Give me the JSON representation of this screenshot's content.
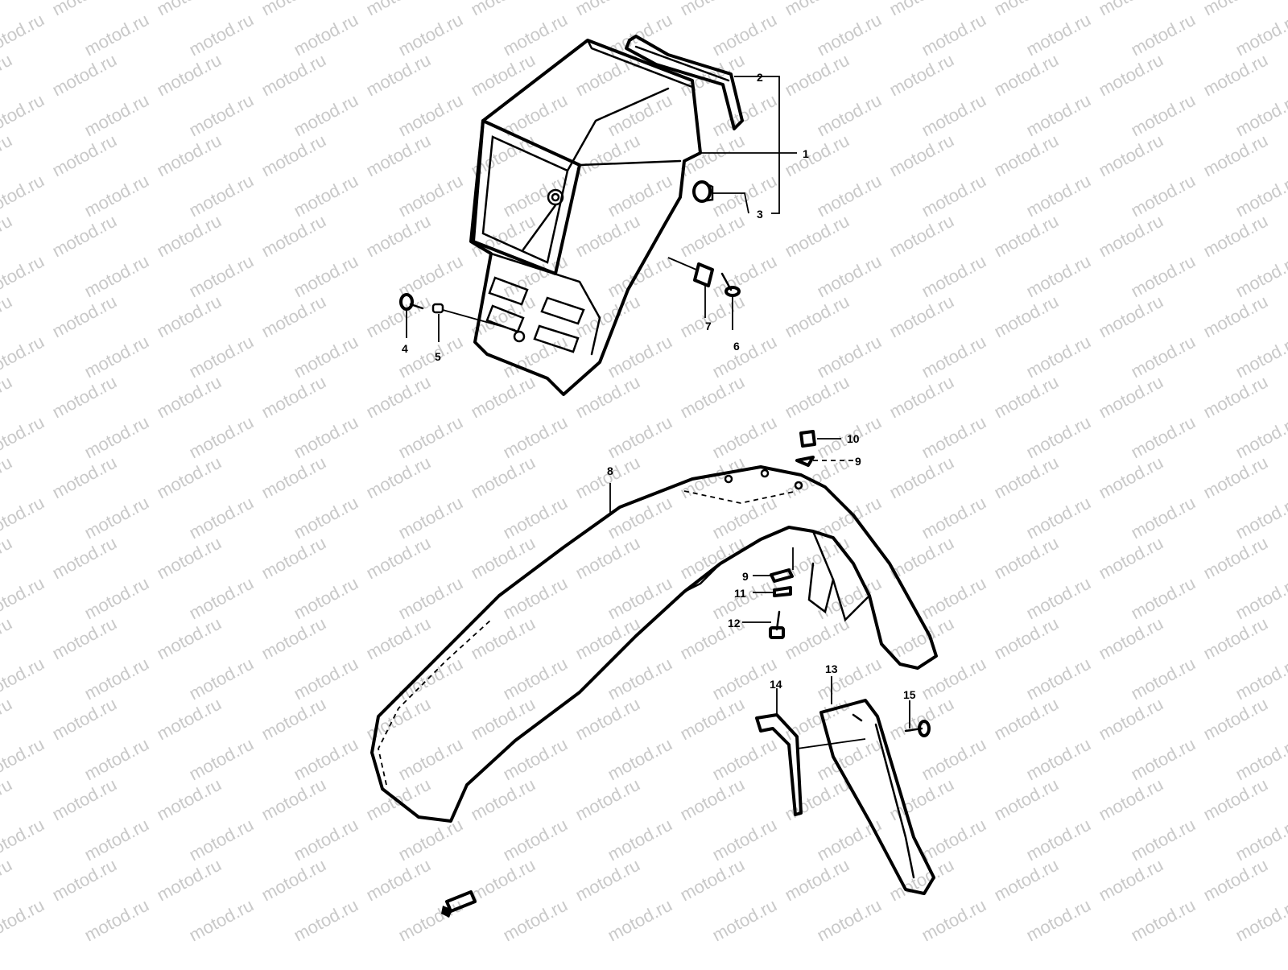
{
  "watermark": {
    "text": "motod.ru",
    "color": "#c9c9c9"
  },
  "callouts": {
    "c1": "1",
    "c2": "2",
    "c3": "3",
    "c4": "4",
    "c5": "5",
    "c6": "6",
    "c7": "7",
    "c8": "8",
    "c9a": "9",
    "c9b": "9",
    "c10": "10",
    "c11": "11",
    "c12": "12",
    "c13": "13",
    "c14": "14",
    "c15": "15"
  },
  "colors": {
    "line": "#000000",
    "background": "#ffffff"
  }
}
